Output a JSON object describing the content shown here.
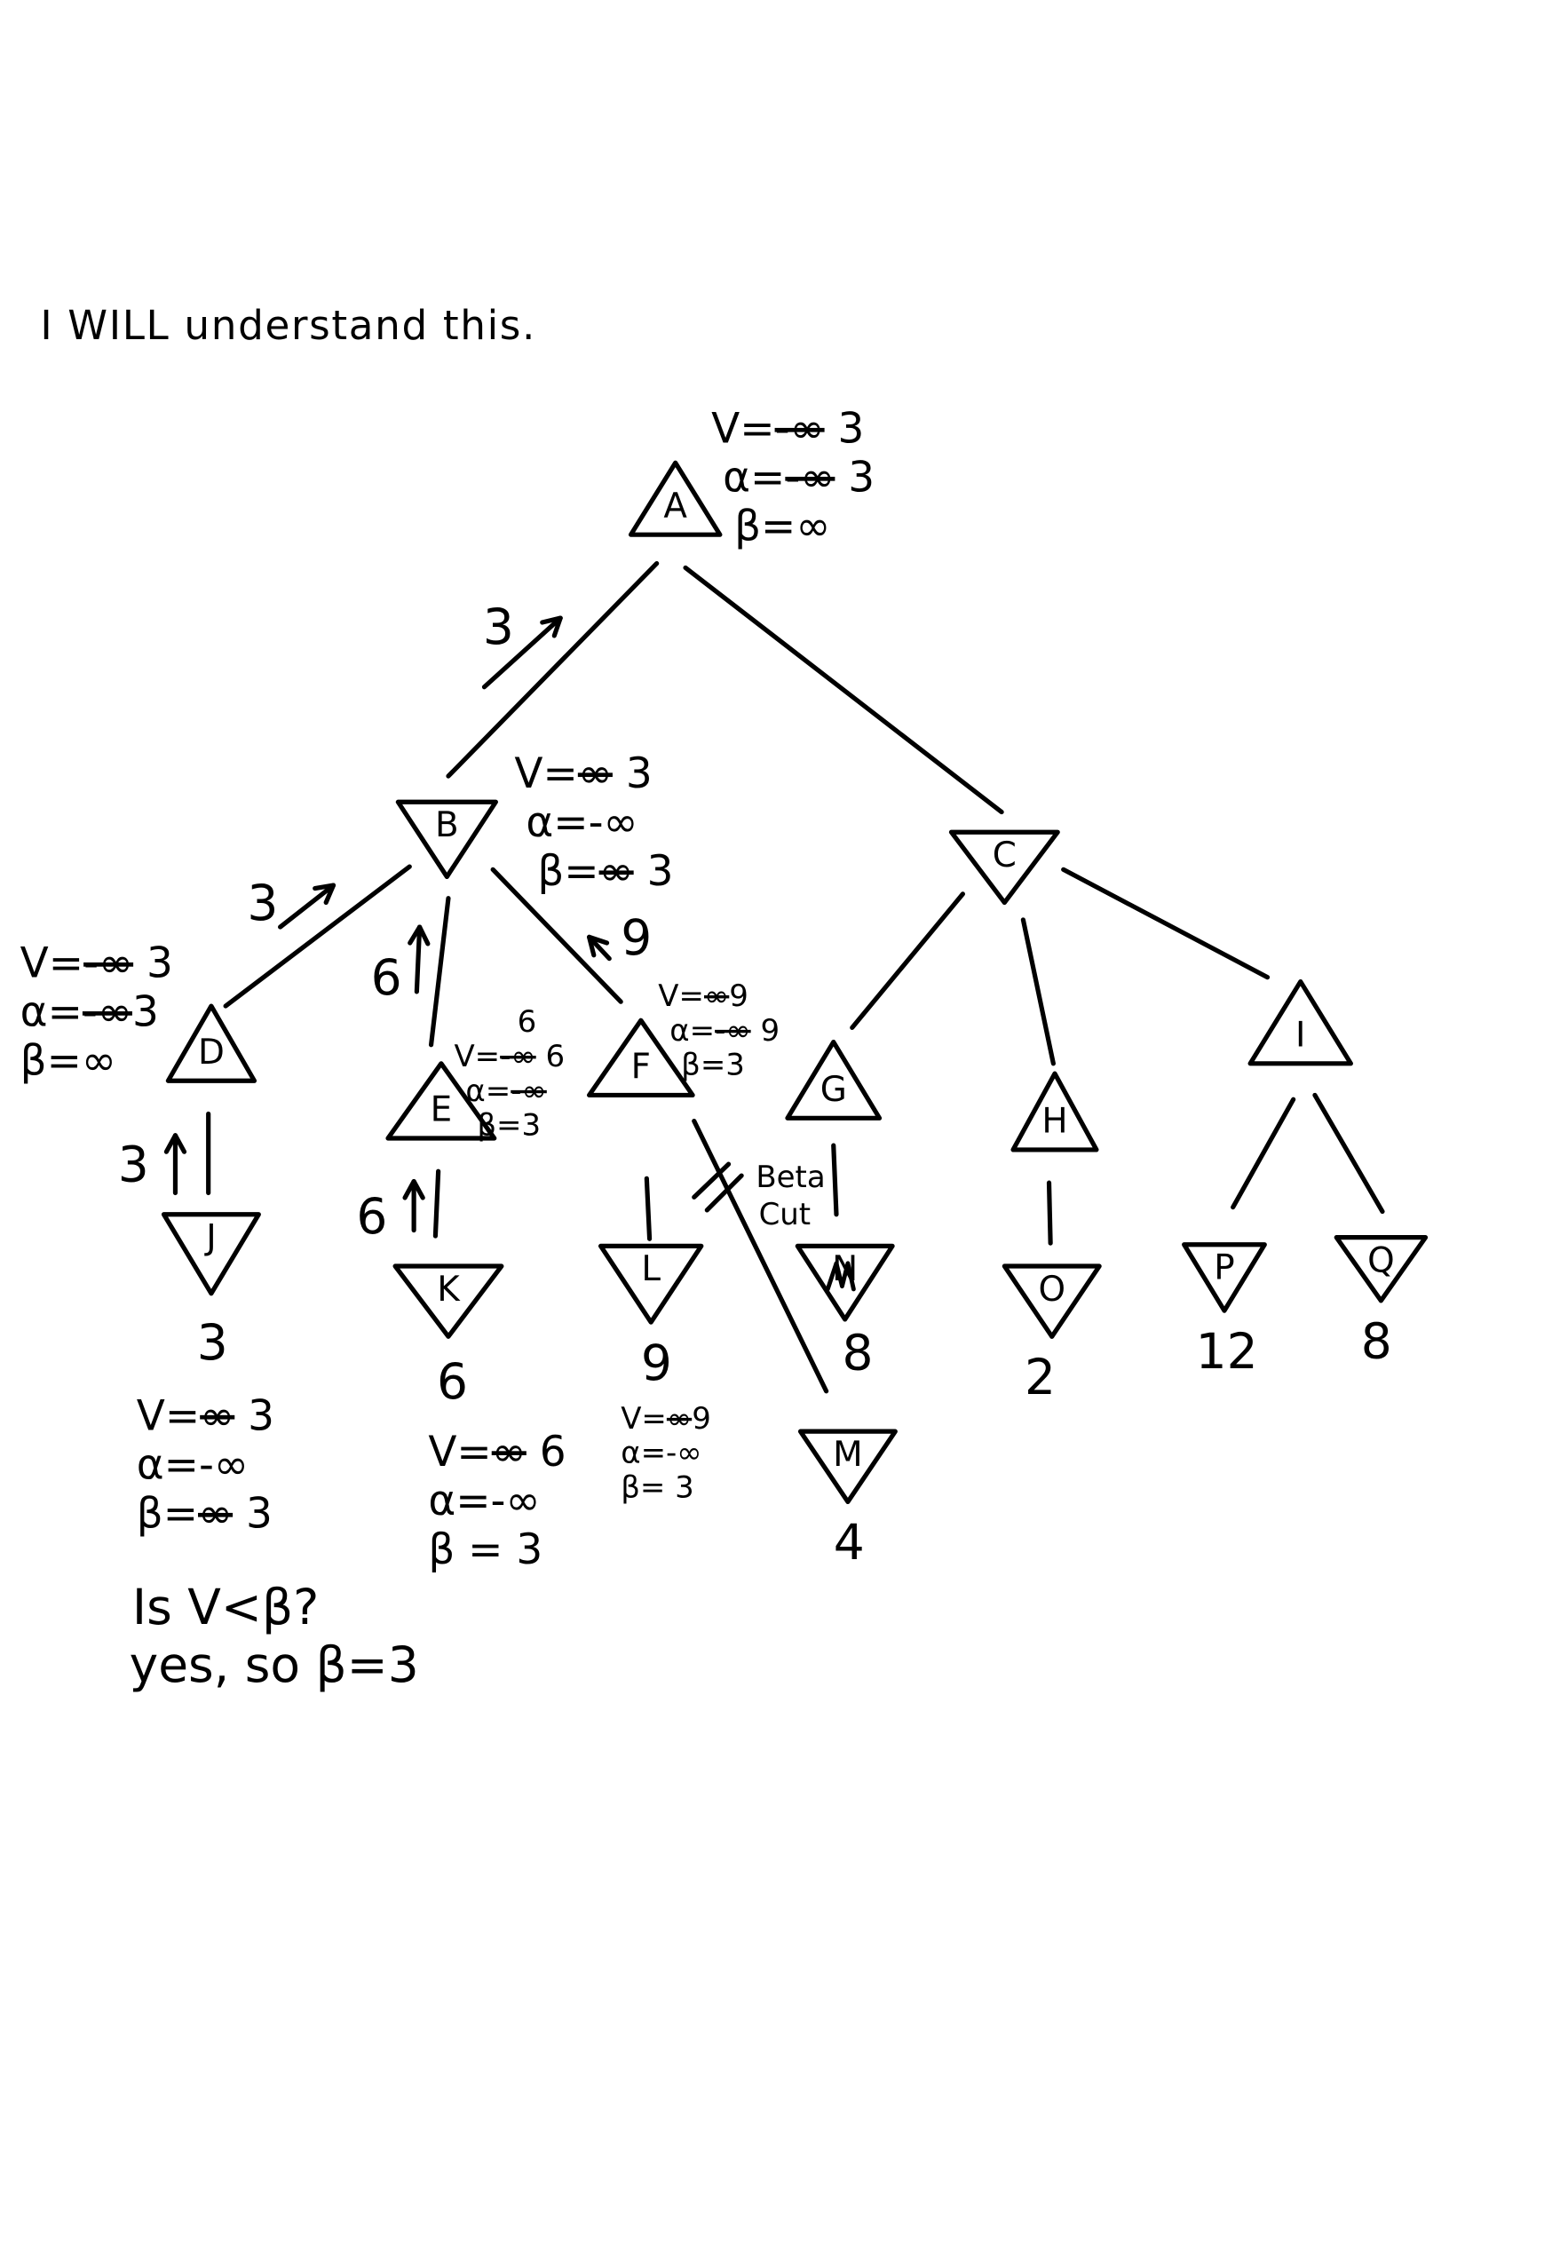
{
  "title": "I WILL understand this.",
  "nodes": [
    {
      "id": "A",
      "kind": "max"
    },
    {
      "id": "B",
      "kind": "min"
    },
    {
      "id": "C",
      "kind": "min"
    },
    {
      "id": "D",
      "kind": "max"
    },
    {
      "id": "E",
      "kind": "max"
    },
    {
      "id": "F",
      "kind": "max"
    },
    {
      "id": "G",
      "kind": "max"
    },
    {
      "id": "H",
      "kind": "max"
    },
    {
      "id": "I",
      "kind": "max"
    },
    {
      "id": "J",
      "kind": "min",
      "value": "3"
    },
    {
      "id": "K",
      "kind": "min",
      "value": "6"
    },
    {
      "id": "L",
      "kind": "min",
      "value": "9"
    },
    {
      "id": "N",
      "kind": "min",
      "value": "8",
      "scribbled": true
    },
    {
      "id": "M",
      "kind": "min",
      "value": "4"
    },
    {
      "id": "O",
      "kind": "min",
      "value": "2"
    },
    {
      "id": "P",
      "kind": "min",
      "value": "12"
    },
    {
      "id": "Q",
      "kind": "min",
      "value": "8"
    }
  ],
  "annotations": [
    {
      "id": "A",
      "lines": [
        {
          "prefix": "V=",
          "struck": "-∞",
          "value": " 3"
        },
        {
          "prefix": "α=",
          "struck": "-∞",
          "value": " 3"
        },
        {
          "prefix": "β=∞",
          "struck": "",
          "value": ""
        }
      ]
    },
    {
      "id": "B",
      "lines": [
        {
          "prefix": "V=",
          "struck": "∞",
          "value": " 3"
        },
        {
          "prefix": "α=-∞",
          "struck": "",
          "value": ""
        },
        {
          "prefix": "β=",
          "struck": "∞",
          "value": " 3"
        }
      ]
    },
    {
      "id": "D",
      "lines": [
        {
          "prefix": "V=",
          "struck": "-∞",
          "value": " 3"
        },
        {
          "prefix": "α=",
          "struck": "-∞",
          "value": "3"
        },
        {
          "prefix": "β=∞",
          "struck": "",
          "value": ""
        }
      ]
    },
    {
      "id": "E",
      "lines": [
        {
          "prefix": "V=",
          "struck": "-∞",
          "value": " 6"
        },
        {
          "prefix": "α=",
          "struck": "-∞",
          "value": ""
        },
        {
          "prefix": "β=3",
          "struck": "",
          "value": ""
        }
      ],
      "above": "6"
    },
    {
      "id": "F",
      "lines": [
        {
          "prefix": "V=",
          "struck": "∞",
          "value": "9"
        },
        {
          "prefix": "α=",
          "struck": "-∞",
          "value": " 9"
        },
        {
          "prefix": "β=3",
          "struck": "",
          "value": ""
        }
      ]
    },
    {
      "id": "J",
      "lines": [
        {
          "prefix": "V=",
          "struck": "∞",
          "value": " 3"
        },
        {
          "prefix": "α=-∞",
          "struck": "",
          "value": ""
        },
        {
          "prefix": "β=",
          "struck": "∞",
          "value": " 3"
        }
      ]
    },
    {
      "id": "K",
      "lines": [
        {
          "prefix": "V=",
          "struck": "∞",
          "value": " 6"
        },
        {
          "prefix": "α=-∞",
          "struck": "",
          "value": ""
        },
        {
          "prefix": "β = 3",
          "struck": "",
          "value": ""
        }
      ]
    },
    {
      "id": "L",
      "lines": [
        {
          "prefix": "V=",
          "struck": "∞",
          "value": "9"
        },
        {
          "prefix": "α=-∞",
          "struck": "",
          "value": ""
        },
        {
          "prefix": "β= 3",
          "struck": "",
          "value": ""
        }
      ]
    }
  ],
  "arrows": [
    {
      "id": "B-to-A",
      "value": "3"
    },
    {
      "id": "D-to-B",
      "value": "3"
    },
    {
      "id": "E-to-B",
      "value": "6"
    },
    {
      "id": "F-to-B",
      "value": "9"
    },
    {
      "id": "J-to-D",
      "value": "3"
    },
    {
      "id": "K-to-E",
      "value": "6"
    }
  ],
  "beta_cut": {
    "line1": "Beta",
    "line2": "Cut"
  },
  "note": {
    "line1": "Is V<β?",
    "line2": "yes, so β=3"
  }
}
